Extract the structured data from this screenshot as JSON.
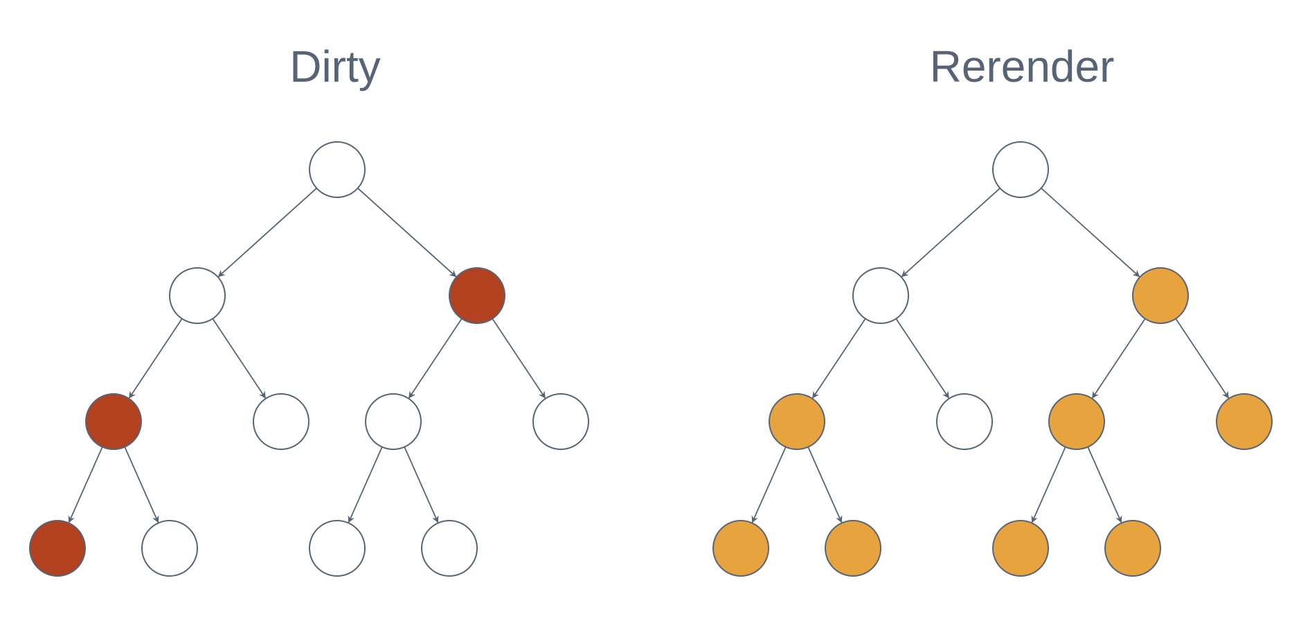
{
  "colors": {
    "stroke": "#566476",
    "clean": "#ffffff",
    "dirty": "#b2411f",
    "rerender": "#e6a33e",
    "title": "#566476"
  },
  "panels": [
    {
      "id": "dirty",
      "title": "Dirty",
      "nodes": [
        {
          "id": "root",
          "state": "clean"
        },
        {
          "id": "l",
          "state": "clean"
        },
        {
          "id": "r",
          "state": "dirty"
        },
        {
          "id": "ll",
          "state": "dirty"
        },
        {
          "id": "lr",
          "state": "clean"
        },
        {
          "id": "rl",
          "state": "clean"
        },
        {
          "id": "rr",
          "state": "clean"
        },
        {
          "id": "lll",
          "state": "dirty"
        },
        {
          "id": "llr",
          "state": "clean"
        },
        {
          "id": "rll",
          "state": "clean"
        },
        {
          "id": "rlr",
          "state": "clean"
        }
      ],
      "edges": [
        [
          "root",
          "l"
        ],
        [
          "root",
          "r"
        ],
        [
          "l",
          "ll"
        ],
        [
          "l",
          "lr"
        ],
        [
          "r",
          "rl"
        ],
        [
          "r",
          "rr"
        ],
        [
          "ll",
          "lll"
        ],
        [
          "ll",
          "llr"
        ],
        [
          "rl",
          "rll"
        ],
        [
          "rl",
          "rlr"
        ]
      ]
    },
    {
      "id": "rerender",
      "title": "Rerender",
      "nodes": [
        {
          "id": "root",
          "state": "clean"
        },
        {
          "id": "l",
          "state": "clean"
        },
        {
          "id": "r",
          "state": "rerender"
        },
        {
          "id": "ll",
          "state": "rerender"
        },
        {
          "id": "lr",
          "state": "clean"
        },
        {
          "id": "rl",
          "state": "rerender"
        },
        {
          "id": "rr",
          "state": "rerender"
        },
        {
          "id": "lll",
          "state": "rerender"
        },
        {
          "id": "llr",
          "state": "rerender"
        },
        {
          "id": "rll",
          "state": "rerender"
        },
        {
          "id": "rlr",
          "state": "rerender"
        }
      ],
      "edges": [
        [
          "root",
          "l"
        ],
        [
          "root",
          "r"
        ],
        [
          "l",
          "ll"
        ],
        [
          "l",
          "lr"
        ],
        [
          "r",
          "rl"
        ],
        [
          "r",
          "rr"
        ],
        [
          "ll",
          "lll"
        ],
        [
          "ll",
          "llr"
        ],
        [
          "rl",
          "rll"
        ],
        [
          "rl",
          "rlr"
        ]
      ]
    }
  ]
}
